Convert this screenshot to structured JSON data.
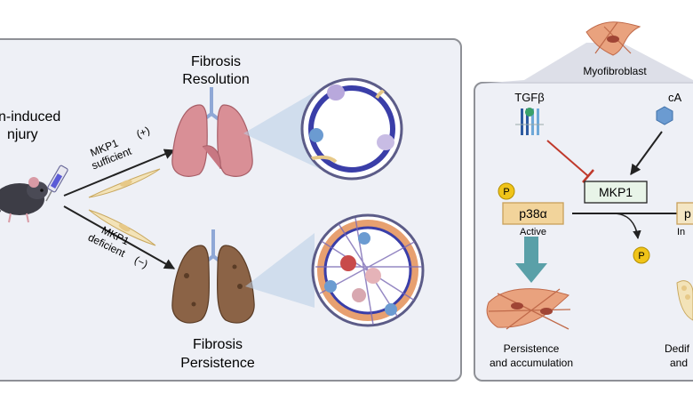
{
  "injury_label_line1": "n-induced",
  "injury_label_line2": "njury",
  "branch_top_line1": "MKP1",
  "branch_top_line2": "sufficient",
  "branch_top_sign": "(+)",
  "branch_bottom_line1": "MKP1",
  "branch_bottom_line2": "deficient",
  "branch_bottom_sign": "(−)",
  "outcome_top_line1": "Fibrosis",
  "outcome_top_line2": "Resolution",
  "outcome_bottom_line1": "Fibrosis",
  "outcome_bottom_line2": "Persistence",
  "myofibroblast_label": "Myofibroblast",
  "tgfb_label": "TGFβ",
  "camp_label": "cA",
  "mkp1_box": "MKP1",
  "p38_box": "p38α",
  "p38_state": "Active",
  "p_badge": "P",
  "p_badge_released": "P",
  "right_box_partial": "p",
  "right_state_partial": "In",
  "outcome_left_line1": "Persistence",
  "outcome_left_line2": "and accumulation",
  "outcome_right_line1": "Dedif",
  "outcome_right_line2": "and",
  "colors": {
    "panel_bg": "#eef0f6",
    "panel_border": "#8e9096",
    "healthy_lung": "#d98f96",
    "fibrotic_lung": "#8b6346",
    "kinase_box": "#f2d49b",
    "kinase_border": "#c8a05a",
    "p_badge": "#f0c419",
    "inhibit_line": "#c0392b",
    "fat_arrow": "#5aa0a8"
  }
}
